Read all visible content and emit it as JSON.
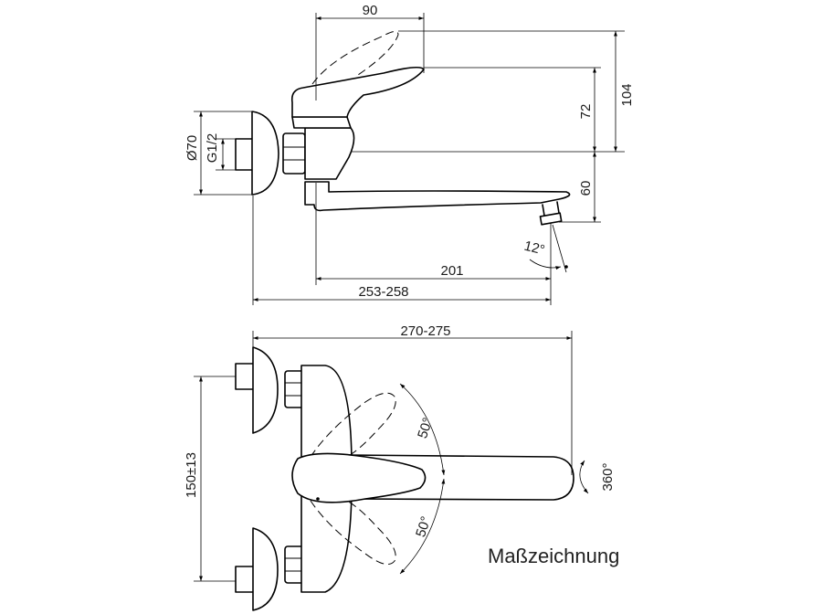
{
  "caption": "Maßzeichnung",
  "dimensions": {
    "handle_length": "90",
    "total_height": "104",
    "handle_height": "72",
    "spout_height": "60",
    "spout_projection": "201",
    "overall_depth": "253-258",
    "spout_angle": "12°",
    "rosette_diameter": "Ø70",
    "thread": "G1/2",
    "total_width": "270-275",
    "center_distance": "150±13",
    "handle_swing_up": "50°",
    "handle_swing_down": "50°",
    "spout_swivel": "360°"
  }
}
